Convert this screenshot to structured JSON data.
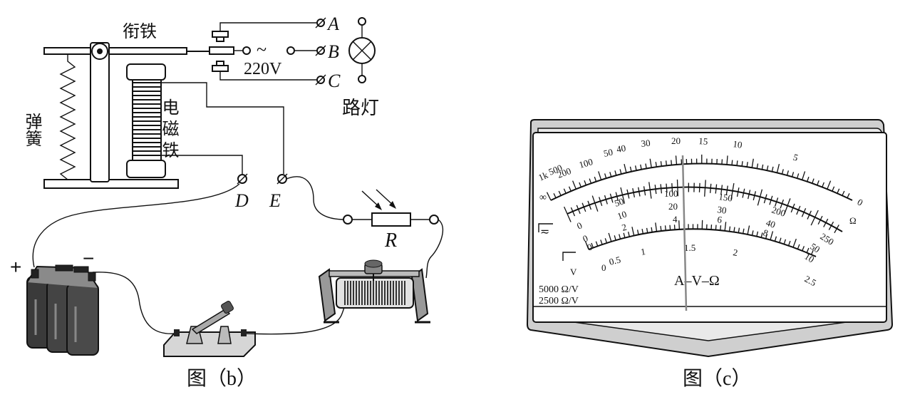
{
  "fig_b": {
    "caption": "图（b）",
    "armature_label": "衔铁",
    "spring_label": "弹簧",
    "electromagnet_label": "电磁铁",
    "terminals": [
      "A",
      "B",
      "C",
      "D",
      "E"
    ],
    "ac_symbol": "~",
    "ac_voltage": "220V",
    "lamp_label": "路灯",
    "resistor_label": "R",
    "battery_plus": "+",
    "battery_minus": "−"
  },
  "fig_c": {
    "caption": "图（c）",
    "ohm_scale_labels": [
      "1k",
      "500",
      "200",
      "100",
      "50",
      "40",
      "30",
      "20",
      "15",
      "10",
      "5",
      "0"
    ],
    "infinity": "∞",
    "ohm_unit": "Ω",
    "dc_scale_a": [
      "0",
      "50",
      "100",
      "150",
      "200",
      "250"
    ],
    "dc_scale_b": [
      "0",
      "10",
      "20",
      "30",
      "40",
      "50"
    ],
    "dc_scale_c": [
      "0",
      "2",
      "4",
      "6",
      "8",
      "10"
    ],
    "ac_scale": [
      "0",
      "0.5",
      "1",
      "1.5",
      "2",
      "2.5"
    ],
    "dc_symbol": "≂",
    "ac_symbol": "V",
    "center_label": "A–V–Ω",
    "sensitivity_1": "5000 Ω/V",
    "sensitivity_2": "2500 Ω/V"
  }
}
